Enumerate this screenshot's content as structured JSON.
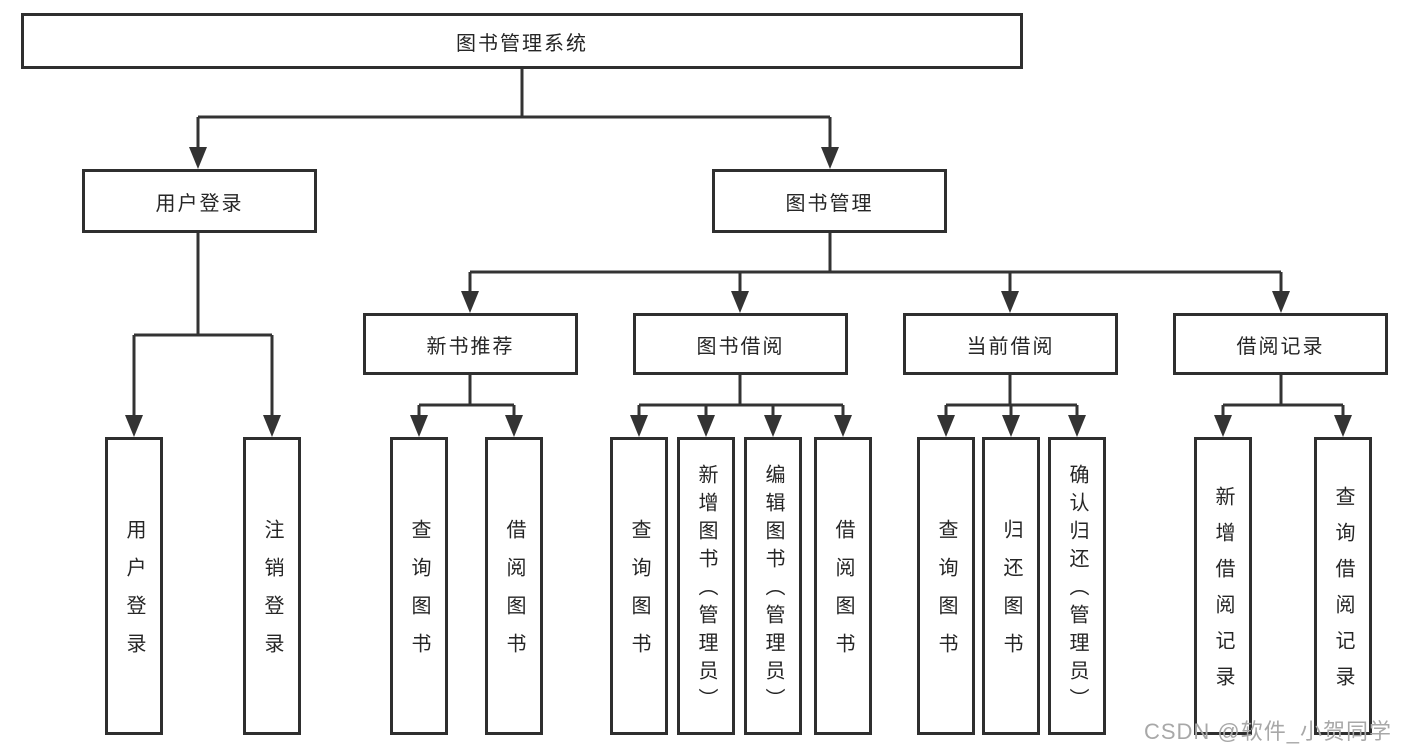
{
  "diagram": {
    "type": "hierarchy",
    "colors": {
      "background": "#ffffff",
      "box_border": "#2f2f2f",
      "line": "#333333",
      "text": "#262626",
      "watermark": "#a8a8a8"
    },
    "tree": {
      "label": "图书管理系统",
      "children": [
        {
          "label": "用户登录",
          "children": [
            {
              "label": "用户登录"
            },
            {
              "label": "注销登录"
            }
          ]
        },
        {
          "label": "图书管理",
          "children": [
            {
              "label": "新书推荐",
              "children": [
                {
                  "label": "查询图书"
                },
                {
                  "label": "借阅图书"
                }
              ]
            },
            {
              "label": "图书借阅",
              "children": [
                {
                  "label": "查询图书"
                },
                {
                  "label": "新增图书（管理员）"
                },
                {
                  "label": "编辑图书（管理员）"
                },
                {
                  "label": "借阅图书"
                }
              ]
            },
            {
              "label": "当前借阅",
              "children": [
                {
                  "label": "查询图书"
                },
                {
                  "label": "归还图书"
                },
                {
                  "label": "确认归还（管理员）"
                }
              ]
            },
            {
              "label": "借阅记录",
              "children": [
                {
                  "label": "新增借阅记录"
                },
                {
                  "label": "查询借阅记录"
                }
              ]
            }
          ]
        }
      ]
    },
    "watermark": "CSDN @软件_小贺同学"
  }
}
